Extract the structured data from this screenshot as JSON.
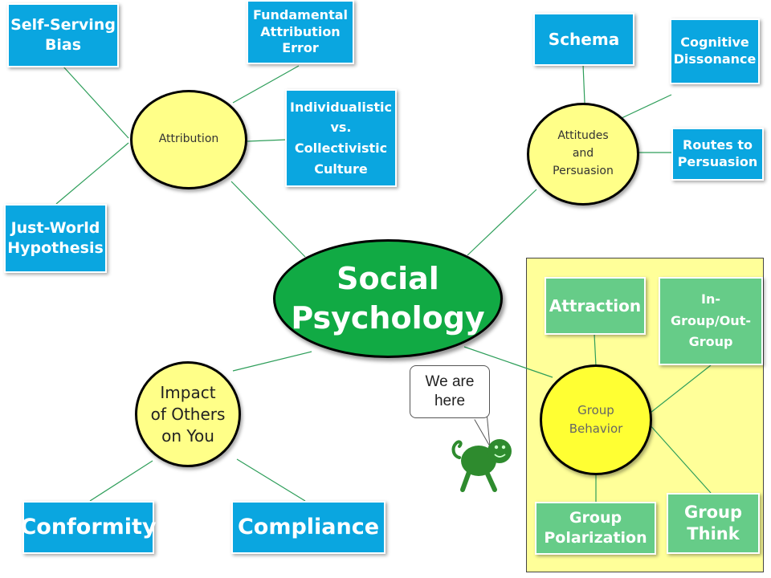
{
  "center": {
    "line1": "Social",
    "line2": "Psychology"
  },
  "attribution": {
    "hub": "Attribution",
    "self_serving": [
      "Self-Serving",
      "Bias"
    ],
    "fundamental": [
      "Fundamental",
      "Attribution",
      "Error"
    ],
    "individualistic": [
      "Individualistic",
      "vs.",
      "Collectivistic",
      "Culture"
    ],
    "just_world": [
      "Just-World",
      "Hypothesis"
    ]
  },
  "attitudes": {
    "hub": [
      "Attitudes",
      "and",
      "Persuasion"
    ],
    "schema": "Schema",
    "cognitive": [
      "Cognitive",
      "Dissonance"
    ],
    "routes": [
      "Routes to",
      "Persuasion"
    ]
  },
  "group": {
    "hub": [
      "Group",
      "Behavior"
    ],
    "attraction": "Attraction",
    "in_out": [
      "In-",
      "Group/Out-",
      "Group"
    ],
    "polarization": [
      "Group",
      "Polarization"
    ],
    "think": [
      "Group",
      "Think"
    ]
  },
  "impact": {
    "hub": [
      "Impact",
      "of Others",
      "on You"
    ],
    "conformity": "Conformity",
    "compliance": "Compliance"
  },
  "callout": {
    "line1": "We are",
    "line2": "here"
  },
  "colors": {
    "blue": "#0aa6e0",
    "green": "#66cc88",
    "center": "#11aa44",
    "hub": "#ffff88",
    "panel": "#ffff99",
    "turtle": "#2e8b2e"
  },
  "mascot": "turtle-icon"
}
